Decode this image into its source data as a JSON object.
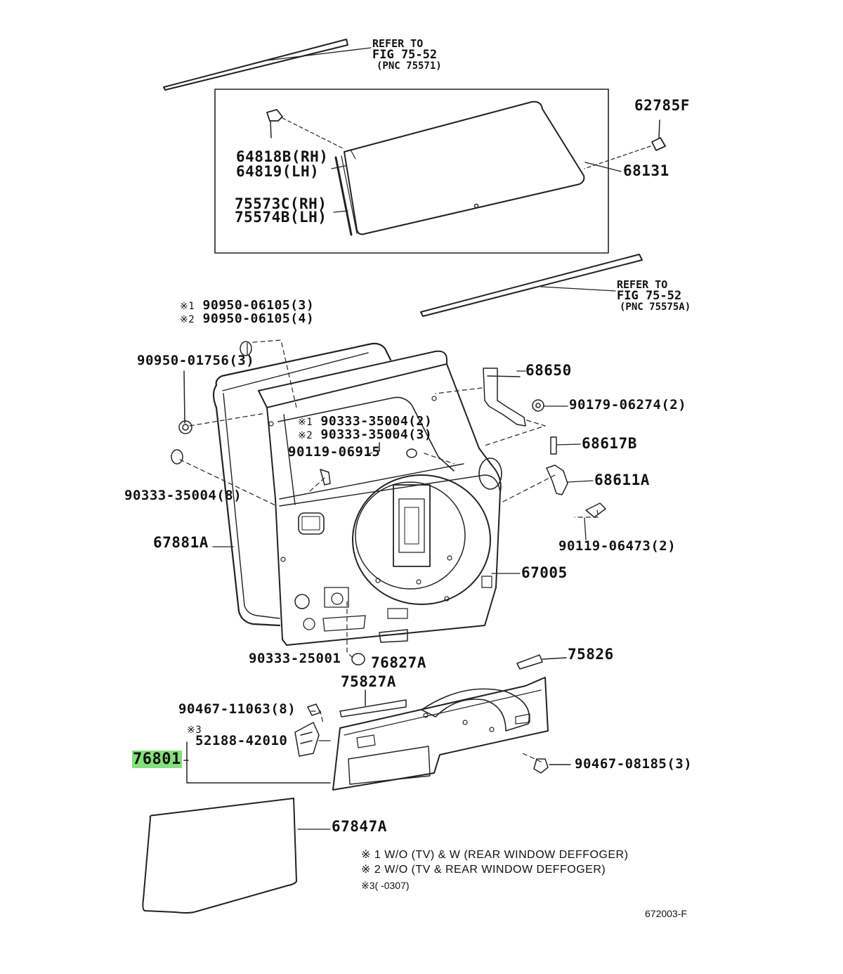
{
  "refer_top": {
    "line1": "REFER TO",
    "line2": "FIG 75-52",
    "line3": "(PNC 75571)"
  },
  "refer_mid": {
    "line1": "REFER TO",
    "line2": "FIG 75-52",
    "line3": "(PNC 75575A)"
  },
  "parts": {
    "p62785F": "62785F",
    "p64818B": "64818B(RH)",
    "p64819": "64819(LH)",
    "p68131": "68131",
    "p75573C": "75573C(RH)",
    "p75574B": "75574B(LH)",
    "p90950_06105_a_mark": "※1",
    "p90950_06105_a": "90950-06105(3)",
    "p90950_06105_b_mark": "※2",
    "p90950_06105_b": "90950-06105(4)",
    "p90950_01756": "90950-01756(3)",
    "p68650": "68650",
    "p90179_06274": "90179-06274(2)",
    "p90333_35004_a_mark": "※1",
    "p90333_35004_a": "90333-35004(2)",
    "p90333_35004_b_mark": "※2",
    "p90333_35004_b": "90333-35004(3)",
    "p90119_06915": "90119-06915",
    "p68617B": "68617B",
    "p68611A": "68611A",
    "p90333_35004_c": "90333-35004(8)",
    "p67881A": "67881A",
    "p90119_06473": "90119-06473(2)",
    "p67005": "67005",
    "p90333_25001": "90333-25001",
    "p76827A": "76827A",
    "p75826": "75826",
    "p75827A": "75827A",
    "p90467_11063": "90467-11063(8)",
    "p52188_mark": "※3",
    "p52188": "52188-42010",
    "p76801": "76801",
    "p90467_08185": "90467-08185(3)",
    "p67847A": "67847A"
  },
  "notes": {
    "n1": "※ 1  W/O (TV) &  W (REAR  WINDOW  DEFFOGER)",
    "n2": "※ 2  W/O (TV &  REAR  WINDOW  DEFFOGER)",
    "n3": "※3(      -0307)"
  },
  "figure_code": "672003-F",
  "colors": {
    "highlight": "#84e07a",
    "line": "#222222"
  }
}
